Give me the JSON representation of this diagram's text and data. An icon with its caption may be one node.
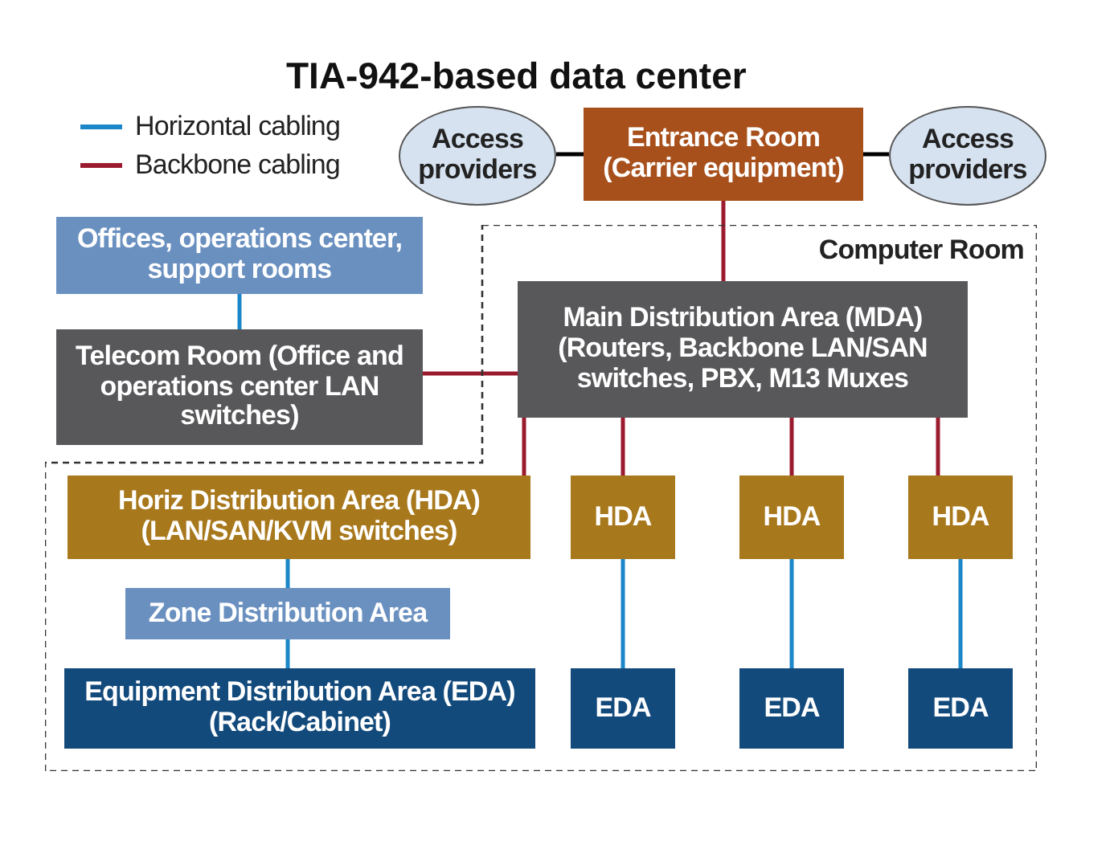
{
  "diagram": {
    "title": "TIA-942-based data center",
    "nodes": [
      {
        "text": [
          "Access providers"
        ]
      },
      {
        "text": [
          "Entrance Room (Carrier equipment)"
        ]
      },
      {
        "text": [
          "Access providers"
        ]
      },
      {
        "text": [
          "Computer Room"
        ]
      },
      {
        "text": [
          "Offices, operations center, support rooms"
        ]
      },
      {
        "text": [
          "Telecom Room (Office and operations center LAN switches)"
        ]
      },
      {
        "text": [
          "Main Distribution Area (MDA) (Routers, Backbone LAN/SAN switches, PBX, M13 Muxes"
        ],
        "in": 3
      },
      {
        "text": [
          "Horiz Distribution Area (HDA) (LAN/SAN/KVM switches)"
        ],
        "in": 3
      },
      {
        "text": [
          "Zone Distribution Area"
        ],
        "in": 3
      },
      {
        "text": [
          "Equipment Distribution Area (EDA) (Rack/Cabinet)"
        ],
        "in": 3
      },
      {
        "text": [
          "HDA"
        ],
        "in": 3
      },
      {
        "text": [
          "HDA"
        ],
        "in": 3
      },
      {
        "text": [
          "HDA"
        ],
        "in": 3
      },
      {
        "text": [
          "EDA"
        ],
        "in": 3
      },
      {
        "text": [
          "EDA"
        ],
        "in": 3
      },
      {
        "text": [
          "EDA"
        ],
        "in": 3
      }
    ],
    "edges": [
      {
        "from": 0,
        "to": 1,
        "arrow": "none",
        "color": "#000000"
      },
      {
        "from": 1,
        "to": 2,
        "arrow": "none",
        "color": "#000000"
      },
      {
        "from": 1,
        "to": 6,
        "arrow": "none",
        "color": "#9b1b2e"
      },
      {
        "from": 4,
        "to": 5,
        "arrow": "none",
        "color": "#1b86c8"
      },
      {
        "from": 5,
        "to": 6,
        "arrow": "none",
        "color": "#9b1b2e"
      },
      {
        "from": 6,
        "to": 7,
        "arrow": "none",
        "color": "#9b1b2e"
      },
      {
        "from": 6,
        "to": 10,
        "arrow": "none",
        "color": "#9b1b2e"
      },
      {
        "from": 6,
        "to": 11,
        "arrow": "none",
        "color": "#9b1b2e"
      },
      {
        "from": 6,
        "to": 12,
        "arrow": "none",
        "color": "#9b1b2e"
      },
      {
        "from": 7,
        "to": 8,
        "arrow": "none",
        "color": "#1b86c8"
      },
      {
        "from": 8,
        "to": 9,
        "arrow": "none",
        "color": "#1b86c8"
      },
      {
        "from": 10,
        "to": 13,
        "arrow": "none",
        "color": "#1b86c8"
      },
      {
        "from": 11,
        "to": 14,
        "arrow": "none",
        "color": "#1b86c8"
      },
      {
        "from": 12,
        "to": 15,
        "arrow": "none",
        "color": "#1b86c8"
      }
    ],
    "legend": [
      {
        "text": "Horizontal cabling",
        "color": "#1b86c8"
      },
      {
        "text": "Backbone cabling",
        "color": "#9b1b2e"
      }
    ]
  }
}
